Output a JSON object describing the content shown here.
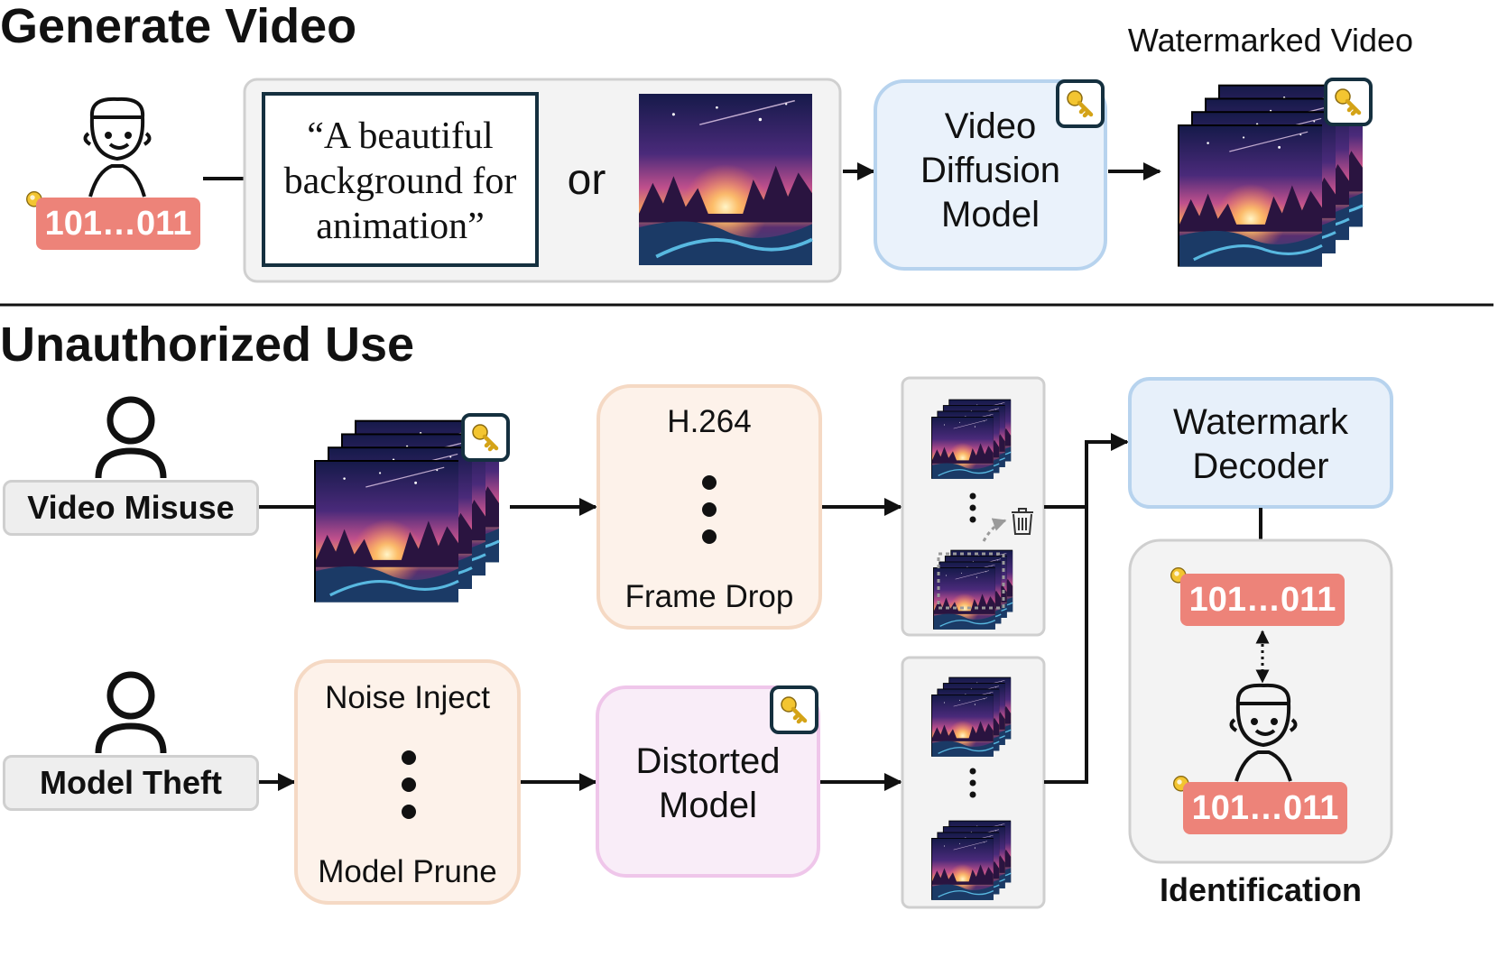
{
  "sections": {
    "generate_title": "Generate Video",
    "unauthorized_title": "Unauthorized Use"
  },
  "generate": {
    "prompt_text": "“A beautiful background for animation”",
    "or_label": "or",
    "model_label": "Video Diffusion Model",
    "output_label": "Watermarked Video",
    "user_bits": "101…011"
  },
  "unauthorized": {
    "video_misuse_label": "Video Misuse",
    "model_theft_label": "Model Theft",
    "attack_top": {
      "first": "H.264",
      "last": "Frame Drop"
    },
    "attack_bottom": {
      "first": "Noise Inject",
      "last": "Model Prune"
    },
    "distorted_model_label": "Distorted Model",
    "decoder_label": "Watermark Decoder",
    "decoded_bits": "101…011",
    "owner_bits": "101…011",
    "identification_label": "Identification"
  },
  "icons": [
    "user-avatar-icon",
    "person-icon",
    "key-icon",
    "trash-icon",
    "arrow-icon",
    "video-frames-icon"
  ],
  "colors": {
    "bits_badge": "#ed8379",
    "diffusion_box": "#eaf2fb",
    "decoder_box": "#e7f0fa",
    "attack_box": "#fdf2ea",
    "distorted_box": "#f9edf8",
    "key_gold": "#f3c531",
    "key_border": "#15303f"
  }
}
